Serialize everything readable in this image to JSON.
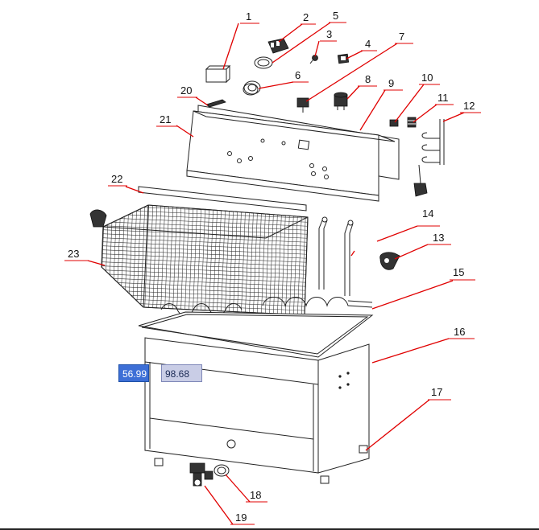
{
  "diagram": {
    "callouts": [
      "1",
      "2",
      "3",
      "4",
      "5",
      "6",
      "7",
      "8",
      "9",
      "10",
      "11",
      "12",
      "13",
      "14",
      "15",
      "16",
      "17",
      "18",
      "19",
      "20",
      "21",
      "22",
      "23"
    ]
  },
  "coordinate_readout": {
    "x_value": "56.99",
    "y_value": "98.68"
  },
  "colors": {
    "leader_lines": "#e00000",
    "readout_selected": "#3d6fd6",
    "readout_plain": "#c9cde6"
  }
}
